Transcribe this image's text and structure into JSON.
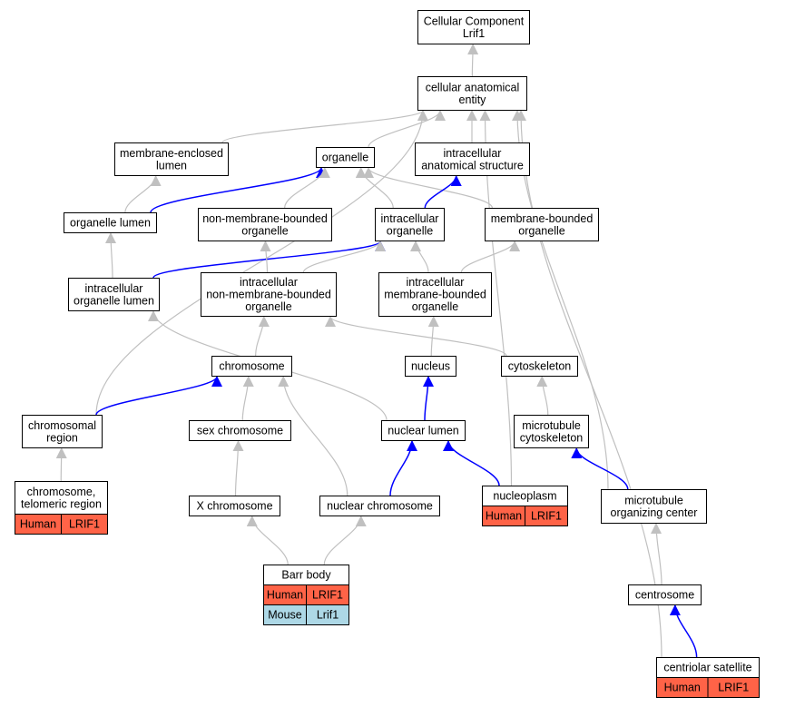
{
  "colors": {
    "regular_edge": "#c0c0c0",
    "highlight_edge": "#0000ff",
    "human_tag": "#ff6347",
    "mouse_tag": "#add8e6",
    "node_fill": "#ffffff",
    "node_border": "#000000"
  },
  "nodes": {
    "root": [
      "Cellular Component",
      "Lrif1"
    ],
    "cae": [
      "cellular anatomical",
      "entity"
    ],
    "mel": [
      "membrane-enclosed",
      "lumen"
    ],
    "org": [
      "organelle"
    ],
    "ias": [
      "intracellular",
      "anatomical structure"
    ],
    "ol": [
      "organelle lumen"
    ],
    "nmbo": [
      "non-membrane-bounded",
      "organelle"
    ],
    "io": [
      "intracellular",
      "organelle"
    ],
    "mbo": [
      "membrane-bounded",
      "organelle"
    ],
    "iol": [
      "intracellular",
      "organelle lumen"
    ],
    "inmbo": [
      "intracellular",
      "non-membrane-bounded",
      "organelle"
    ],
    "imbo": [
      "intracellular",
      "membrane-bounded",
      "organelle"
    ],
    "chr": [
      "chromosome"
    ],
    "nuc": [
      "nucleus"
    ],
    "cyt": [
      "cytoskeleton"
    ],
    "chrr": [
      "chromosomal",
      "region"
    ],
    "sexc": [
      "sex chromosome"
    ],
    "nl": [
      "nuclear lumen"
    ],
    "mtc": [
      "microtubule",
      "cytoskeleton"
    ],
    "ctr": [
      "chromosome,",
      "telomeric region"
    ],
    "xc": [
      "X chromosome"
    ],
    "nchr": [
      "nuclear chromosome"
    ],
    "np": [
      "nucleoplasm"
    ],
    "mtoc": [
      "microtubule",
      "organizing center"
    ],
    "barr": [
      "Barr body"
    ],
    "cs": [
      "centrosome"
    ],
    "csat": [
      "centriolar satellite"
    ]
  },
  "annotations": {
    "ctr": [
      [
        "Human",
        "LRIF1"
      ]
    ],
    "np": [
      [
        "Human",
        "LRIF1"
      ]
    ],
    "barr": [
      [
        "Human",
        "LRIF1"
      ],
      [
        "Mouse",
        "Lrif1"
      ]
    ],
    "csat": [
      [
        "Human",
        "LRIF1"
      ]
    ]
  },
  "edges": [
    {
      "from": "cae",
      "to": "root",
      "highlight": false
    },
    {
      "from": "mel",
      "to": "cae",
      "highlight": false
    },
    {
      "from": "org",
      "to": "cae",
      "highlight": false
    },
    {
      "from": "ias",
      "to": "cae",
      "highlight": false
    },
    {
      "from": "chrr",
      "to": "cae",
      "highlight": false
    },
    {
      "from": "np",
      "to": "cae",
      "highlight": false
    },
    {
      "from": "mtoc",
      "to": "cae",
      "highlight": false
    },
    {
      "from": "csat",
      "to": "cae",
      "highlight": false
    },
    {
      "from": "ol",
      "to": "mel",
      "highlight": false
    },
    {
      "from": "ol",
      "to": "org",
      "highlight": true
    },
    {
      "from": "nmbo",
      "to": "org",
      "highlight": false
    },
    {
      "from": "io",
      "to": "org",
      "highlight": false
    },
    {
      "from": "mbo",
      "to": "org",
      "highlight": false
    },
    {
      "from": "io",
      "to": "ias",
      "highlight": true
    },
    {
      "from": "iol",
      "to": "ol",
      "highlight": false
    },
    {
      "from": "iol",
      "to": "io",
      "highlight": true
    },
    {
      "from": "inmbo",
      "to": "nmbo",
      "highlight": false
    },
    {
      "from": "inmbo",
      "to": "io",
      "highlight": false
    },
    {
      "from": "imbo",
      "to": "io",
      "highlight": false
    },
    {
      "from": "imbo",
      "to": "mbo",
      "highlight": false
    },
    {
      "from": "nl",
      "to": "iol",
      "highlight": false
    },
    {
      "from": "chr",
      "to": "inmbo",
      "highlight": false
    },
    {
      "from": "cyt",
      "to": "inmbo",
      "highlight": false
    },
    {
      "from": "nuc",
      "to": "imbo",
      "highlight": false
    },
    {
      "from": "chrr",
      "to": "chr",
      "highlight": true
    },
    {
      "from": "sexc",
      "to": "chr",
      "highlight": false
    },
    {
      "from": "nchr",
      "to": "chr",
      "highlight": false
    },
    {
      "from": "nl",
      "to": "nuc",
      "highlight": true
    },
    {
      "from": "mtc",
      "to": "cyt",
      "highlight": false
    },
    {
      "from": "ctr",
      "to": "chrr",
      "highlight": false
    },
    {
      "from": "xc",
      "to": "sexc",
      "highlight": false
    },
    {
      "from": "nchr",
      "to": "nl",
      "highlight": true
    },
    {
      "from": "np",
      "to": "nl",
      "highlight": true
    },
    {
      "from": "mtoc",
      "to": "mtc",
      "highlight": true
    },
    {
      "from": "barr",
      "to": "xc",
      "highlight": false
    },
    {
      "from": "barr",
      "to": "nchr",
      "highlight": false
    },
    {
      "from": "cs",
      "to": "mtoc",
      "highlight": false
    },
    {
      "from": "csat",
      "to": "cs",
      "highlight": true
    }
  ]
}
